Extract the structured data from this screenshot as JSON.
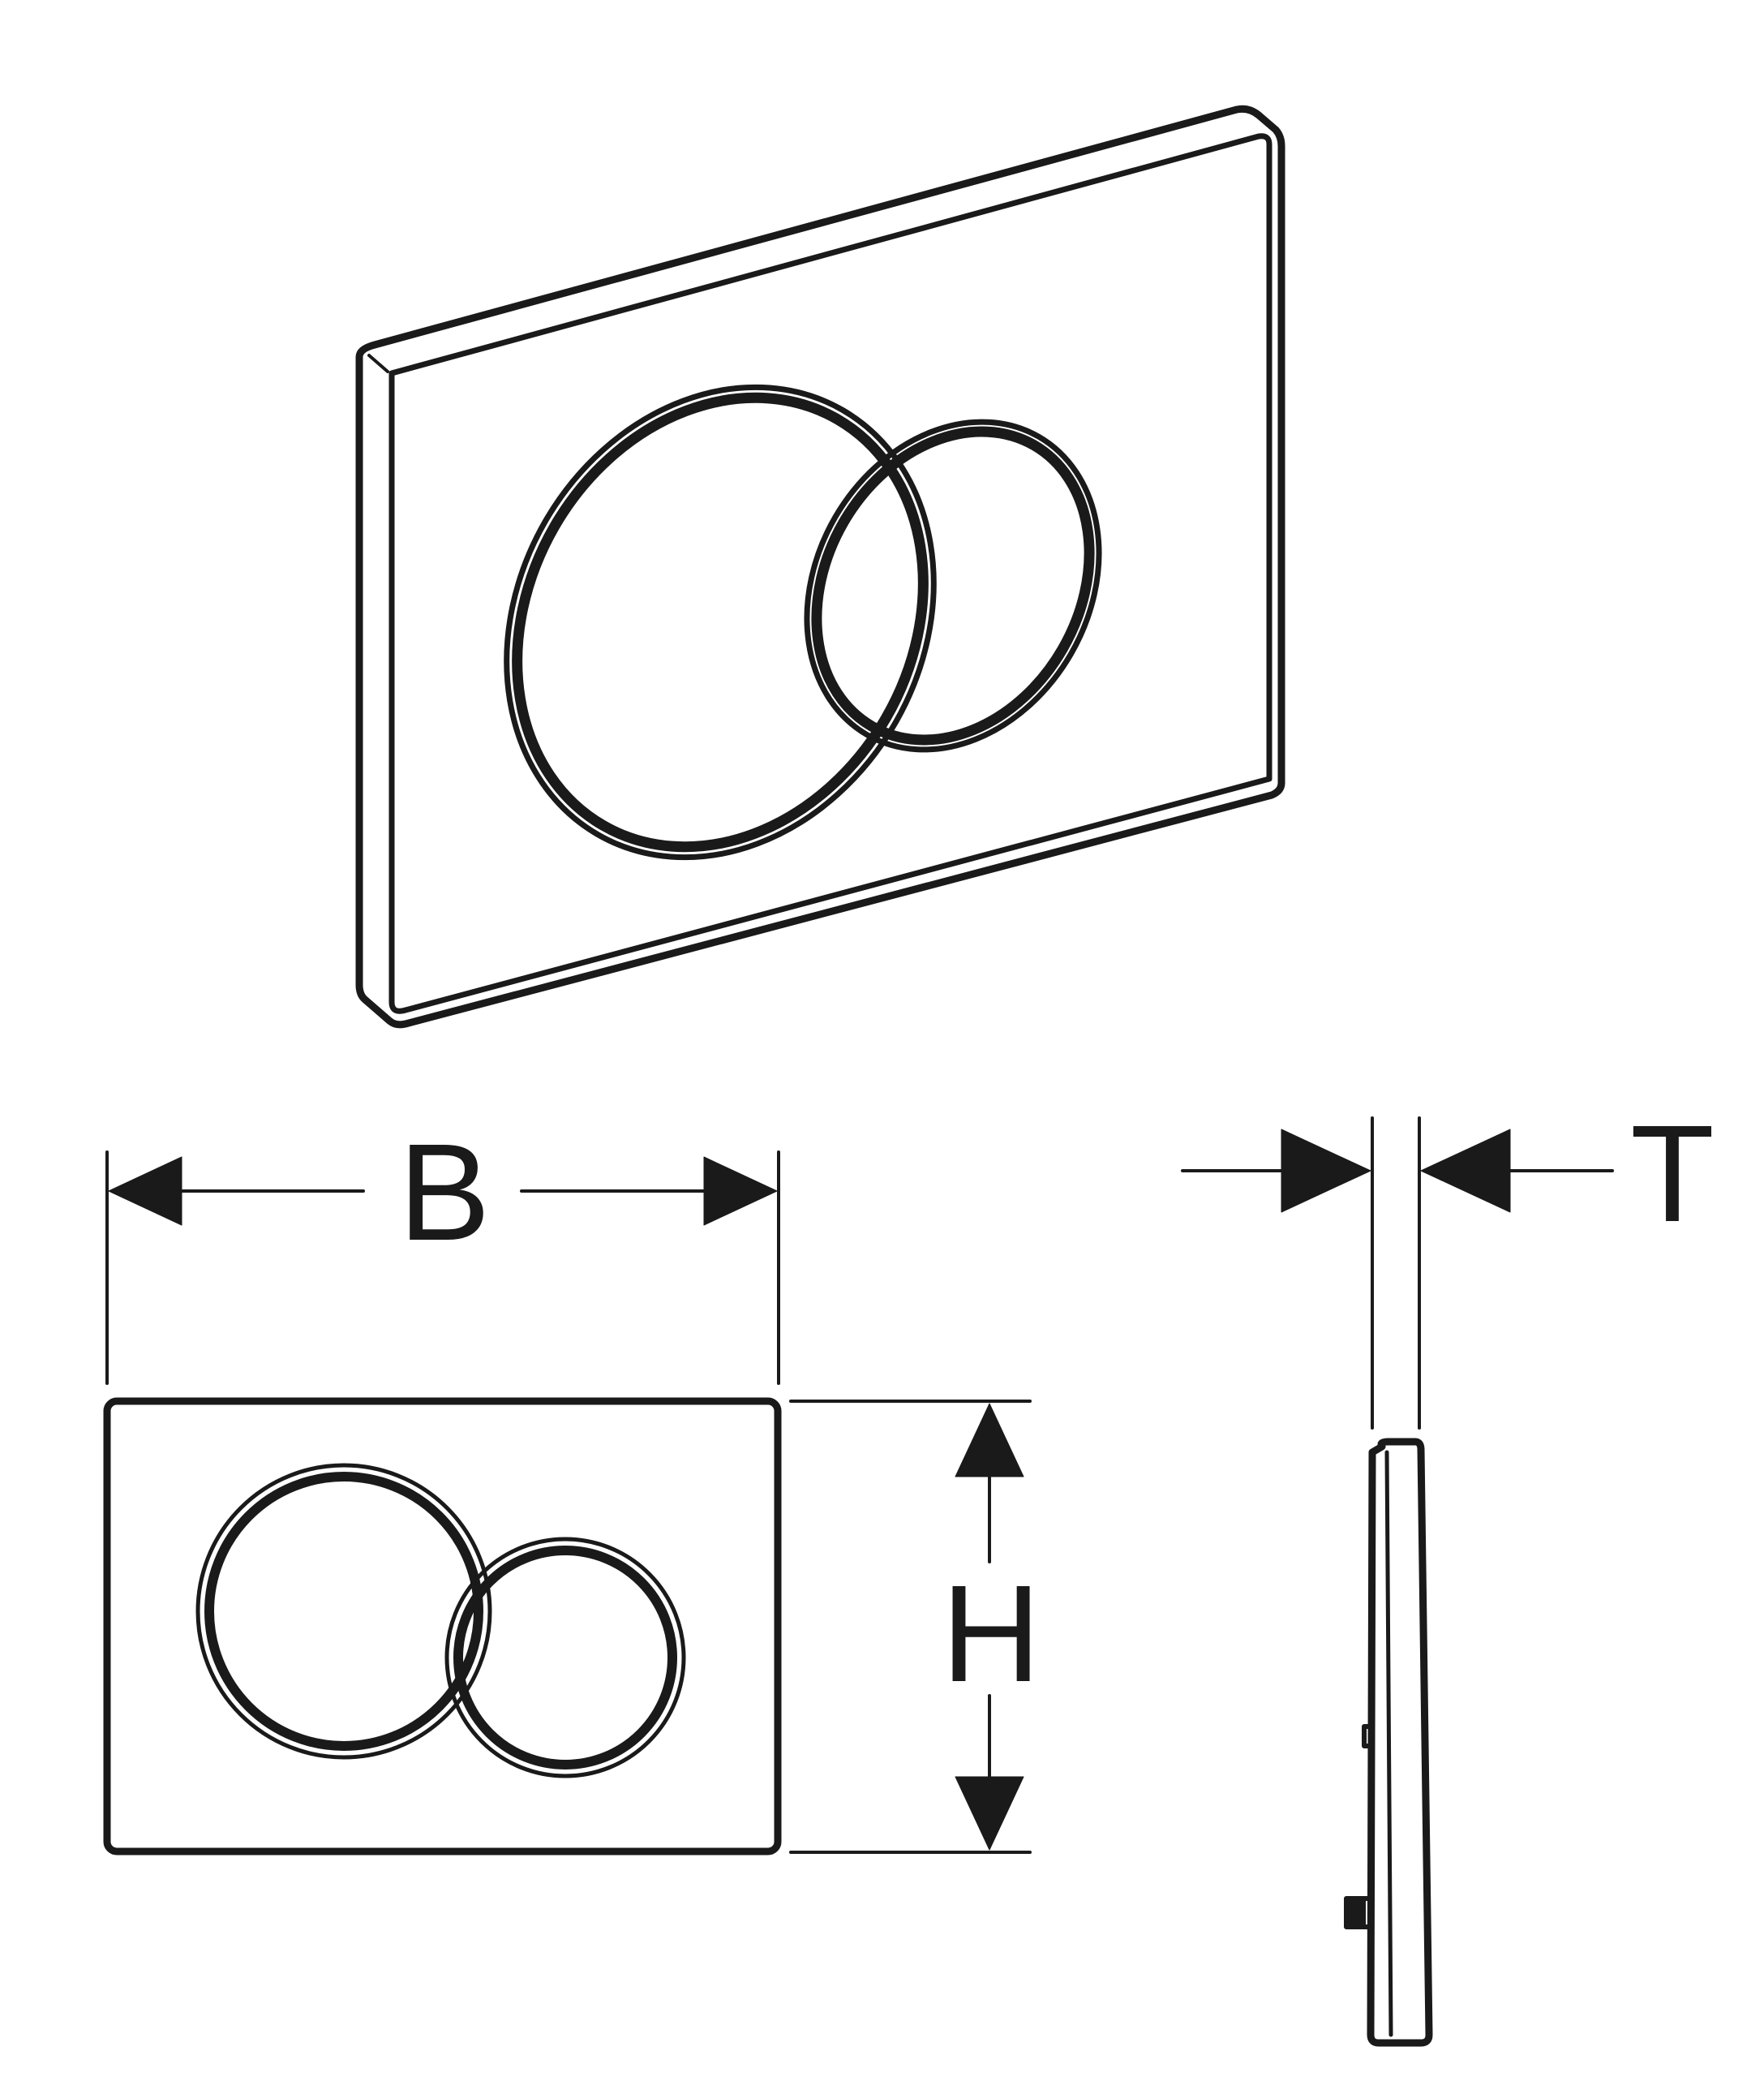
{
  "dimensions": {
    "width_label": "B",
    "height_label": "H",
    "thickness_label": "T"
  },
  "colors": {
    "line": "#1a1a1a",
    "background": "#ffffff"
  }
}
